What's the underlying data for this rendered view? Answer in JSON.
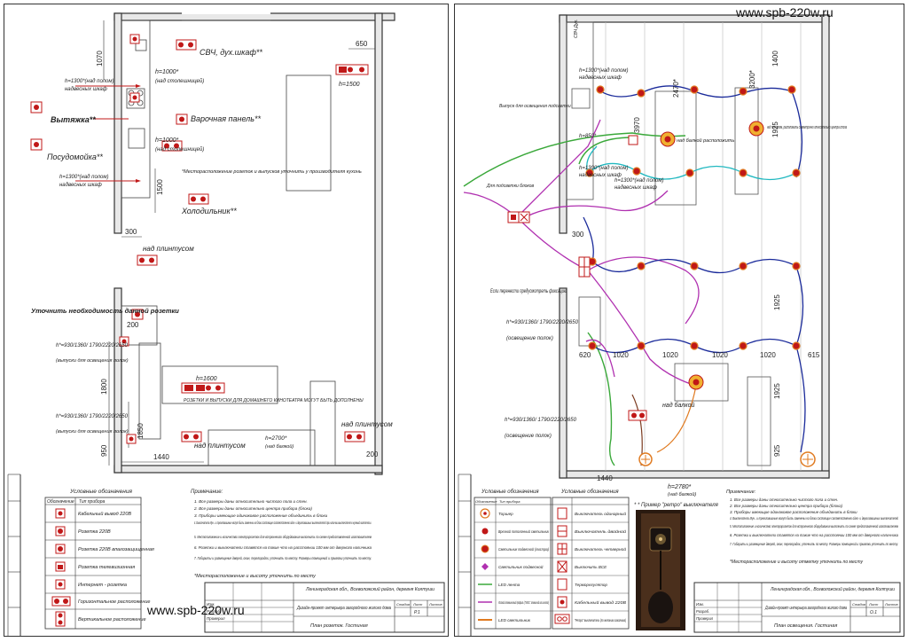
{
  "watermarks": {
    "left": "www.spb-220w.ru",
    "right": "www.spb-220w.ru"
  },
  "left_sheet": {
    "title_block": {
      "address": "Ленинградская обл., Всеволожский район, деревня Колтуши",
      "project": "Дизайн-проект интерьера загородного жилого дома",
      "sheet_name": "План розеток. Гостиная",
      "sheet_no": "Р.1"
    },
    "dims": {
      "d1070": "1070",
      "d650": "650",
      "d1500": "1500",
      "d300": "300",
      "d1800": "1800",
      "d1850": "1850",
      "d950": "950",
      "d1440": "1440",
      "d200a": "200",
      "d200b": "200"
    },
    "notes": {
      "svch": "СВЧ, дух.шкаф**",
      "h1000a": "h=1000*",
      "h1000a_sub": "(над столешницей)",
      "h1300a": "h=1300*(над полом)",
      "h1300a_sub": "надвесных шкаф",
      "vytyazhka": "Вытяжка**",
      "varochnaya": "Варочная панель**",
      "posudomoyka": "Посудомойка**",
      "h1000b": "h=1000*",
      "h1000b_sub": "(над столешницей)",
      "h1300b": "h=1300*(над полом)",
      "h1300b_sub": "надвесных шкаф",
      "holodilnik": "Холодильник**",
      "h1500": "h=1500",
      "note_mesto": "*Месторасположение розеток и выпусков уточнить у производителя кухонь",
      "nad_plintusom1": "над плинтусом",
      "utochnit": "Уточнить необходимость данной розетки",
      "h930a": "h*=930/1360/ 1790/2220/2650",
      "h930a_sub": "(выпуски для освещения полок)",
      "h1600": "h=1600",
      "kinoteatr": "РОЗЕТКИ И ВЫПУСКИ ДЛЯ ДОМАШНЕГО КИНОТЕАТРА МОГУТ БЫТЬ ДОПОЛНЕНЫ",
      "h930b": "h*=930/1360/ 1790/2220/2650",
      "h930b_sub": "(выпуски для освещения полок)",
      "nad_plintusom2": "над плинтусом",
      "h2700": "h=2700*",
      "h2700_sub": "(над балкой)",
      "nad_plintusom3": "над плинтусом"
    },
    "legend": {
      "title": "Условные обозначения",
      "col1": "Обозначение",
      "col2": "Тип прибора",
      "rows": [
        "Кабельный вывод 220В",
        "Розетка 220В",
        "Розетка 220В влагозащищенная",
        "Розетка телевизионная",
        "Интернет - розетка",
        "Горизонтальное расположение",
        "Вертикальное расположение"
      ]
    },
    "primechanie": {
      "title": "Примечание:",
      "items": [
        "1. Все размеры даны относительно чистого пола и стен.",
        "2. Все размеры даны относительно центра прибора (блока)",
        "3. Приборы имеющие одинаковое расположение объединить в блоки",
        "4. Выключатели Мун.. и трехклавишные могут быть заменены на блоки состоящие соответственно одно- и двухклавишных выключателей при наличии выключателя в нужный комплекты.",
        "5. Местоположение и количество электророзеток для встроенного оборудования выполнить по схеме предоставленной изготовителем",
        "6. Розетки и выключатели ставятся на такие что на расстоянии 100 мм от дверного наличника",
        "7. Габариты и размещение дверей, окон, перегородок, уточнить по месту. Размеры помещений и привязки уточнить по месту."
      ],
      "footer": "*Месторасположение и высоту уточнить по месту"
    },
    "stamp": {
      "r1": "Изм.",
      "r2": "Разраб.",
      "r3": "Проверил",
      "s1": "Стадия",
      "s2": "Лист",
      "s3": "Листов"
    }
  },
  "right_sheet": {
    "title_block": {
      "address": "Ленинградская обл., Всеволожский район, деревня Колтуши",
      "project": "Дизайн-проект интерьера загородного жилого дома",
      "sheet_name": "План освещения. Гостиная",
      "sheet_no": "О.1"
    },
    "dims": {
      "d1400": "1400",
      "d3200": "3200*",
      "d2470": "2470*",
      "d3970": "3970",
      "d1925a": "1925",
      "d1925b": "1925",
      "d1925c": "1925",
      "d925": "925",
      "d620": "620",
      "d1020a": "1020",
      "d1020b": "1020",
      "d1020c": "1020",
      "d1020d": "1020",
      "d615": "615",
      "d1440": "1440",
      "d300": "300"
    },
    "notes": {
      "svch": "СВЧ Дух.",
      "h1300a": "h=1300*(над полом)",
      "h1300a_sub": "надвесных шкаф",
      "vypusk": "Выпуск для освещения подсветки",
      "h850": "h=850*",
      "nad_balkoy": "над балкой расположить",
      "nad_potolkom": "над потолком, расположить симметрично относительно центра стола",
      "h1300b": "h=1300*(над полом)",
      "h1300b_sub": "надвесных шкаф",
      "h1300c": "h=1300*(над полом)",
      "h1300c_sub": "надвесных шкаф",
      "podsvetka": "Для подсветки блоков",
      "esli_perenos": "Если перенести предусмотреть фиксацию",
      "h930": "h*=930/1360/ 1790/2220/2650",
      "h930_sub": "(освещение полок)",
      "h930b": "h*=930/1360/ 1790/2220/2650",
      "h930b_sub": "(освещение полок)",
      "nad_balkoy2": "над балкой",
      "h2780": "h=2780*",
      "h2780_sub": "(над балкой)"
    },
    "legend": {
      "title1": "Условные обозначения",
      "title2": "Условные обозначения",
      "col1": "Обозначение",
      "col2": "Тип прибора",
      "left_rows": [
        "Торшер",
        "Врезной потолочный светильник",
        "Светильник подвесной (люстра)",
        "Светильник подвесной",
        "LED лента",
        "Угловой алюминиевый профиль (\"NKOL\" алюминий или аналог)",
        "LED светильник"
      ],
      "right_rows": [
        "Выключатель одинарный",
        "Выключатель двойной",
        "Выключатель четверной",
        "Выключить ВСЕ",
        "Терморегулятор",
        "Кабельный вывод 220В",
        "\"Ретро\" выключатель (по желанию заказчика)"
      ]
    },
    "photo_caption": "* * Пример \"ретро\" выключателя",
    "primechanie": {
      "title": "Примечание:",
      "items": [
        "1. Все размеры даны относительно чистого пола и стен.",
        "2. Все размеры даны относительно центра прибора (блока)",
        "3. Приборы имеющие одинаковое расположение объединить в блоки",
        "4. Выключатели Мун.. и трехклавишные могут быть заменены на блоки состоящие соответственно одно- и двухклавишных выключателей",
        "5. Местоположение и количество электророзеток для встроенного оборудования выполнить по схеме предоставленной изготовителем",
        "6. Розетки и выключатели ставятся на такие что на расстоянии 100 мм от дверного наличника",
        "7. Габариты и размещение дверей, окон, перегородок, уточнить по месту. Размеры помещений и привязки уточнить по месту."
      ],
      "footer": "*Месторасположение и высоту отметку уточнить по месту"
    },
    "stamp": {
      "r1": "Изм.",
      "r2": "Разраб.",
      "r3": "Проверил",
      "s1": "Стадия",
      "s2": "Лист",
      "s3": "Листов"
    }
  }
}
